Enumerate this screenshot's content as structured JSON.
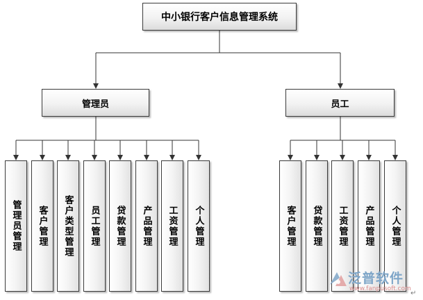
{
  "diagram": {
    "title": "中小银行客户信息管理系统",
    "branches": [
      {
        "label": "管理员",
        "children": [
          "管理员管理",
          "客户管理",
          "客户类型管理",
          "员工管理",
          "贷款管理",
          "产品管理",
          "工资管理",
          "个人管理"
        ]
      },
      {
        "label": "员工",
        "children": [
          "客户管理",
          "贷款管理",
          "工资管理",
          "产品管理",
          "个人管理"
        ]
      }
    ]
  },
  "watermark": {
    "brand": "泛普软件",
    "url": "www.fanpusoft.com"
  },
  "colors": {
    "line": "#333333",
    "box_border": "#3a3a3a",
    "watermark_brand": "#7fa6c8",
    "watermark_url": "#d98b8b"
  }
}
